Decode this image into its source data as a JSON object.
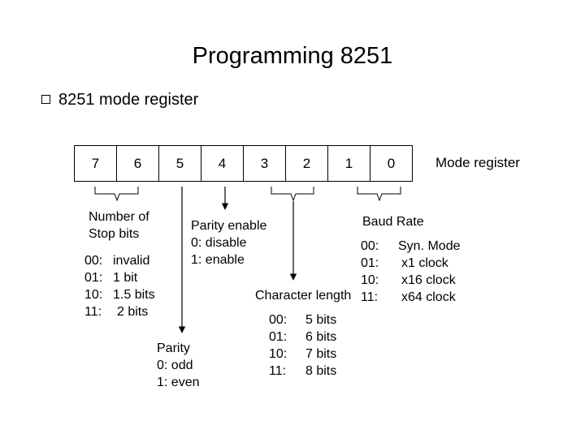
{
  "title": "Programming 8251",
  "subtitle": "8251 mode register",
  "register": {
    "bits": [
      "7",
      "6",
      "5",
      "4",
      "3",
      "2",
      "1",
      "0"
    ],
    "label": "Mode register"
  },
  "stop_bits": {
    "heading": [
      "Number of",
      "Stop bits"
    ],
    "codes": [
      "00:",
      "01:",
      "10:",
      "11:"
    ],
    "values": [
      "invalid",
      "1 bit",
      "1.5 bits",
      "2 bits"
    ]
  },
  "parity_enable": {
    "heading": "Parity enable",
    "options": [
      "0:  disable",
      "1:  enable"
    ]
  },
  "parity": {
    "heading": "Parity",
    "options": [
      "0:  odd",
      "1:  even"
    ]
  },
  "character_length": {
    "heading": "Character length",
    "codes": [
      "00:",
      "01:",
      "10:",
      "11:"
    ],
    "values": [
      "5 bits",
      "6 bits",
      "7 bits",
      "8 bits"
    ]
  },
  "baud_rate": {
    "heading": "Baud Rate",
    "codes": [
      "00:",
      "01:",
      "10:",
      "11:"
    ],
    "values": [
      "Syn. Mode",
      "x1 clock",
      "x16 clock",
      "x64 clock"
    ]
  }
}
